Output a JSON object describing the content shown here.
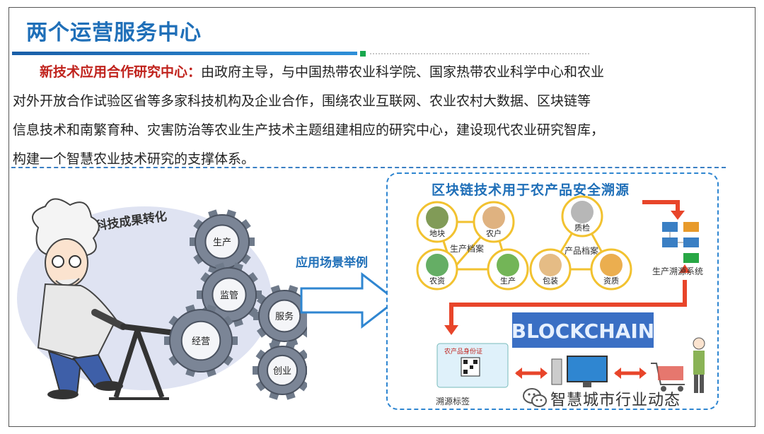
{
  "title": "两个运营服务中心",
  "paragraph": {
    "highlight": "新技术应用合作研究中心：",
    "line1": "由政府主导，与中国热带农业科学院、国家热带农业科学中心和农业",
    "line2": "对外开放合作试验区省等多家科技机构及企业合作，围绕农业互联网、农业农村大数据、区块链等",
    "line3": "信息技术和南繁育种、灾害防治等农业生产技术主题组建相应的研究中心，建设现代农业研究智库，",
    "line4": "构建一个智慧农业技术研究的支撑体系。"
  },
  "left_illustration": {
    "banner": "科技成果转化",
    "gears": [
      "生产",
      "监管",
      "服务",
      "经营",
      "创业"
    ]
  },
  "arrow_label": "应用场景举例",
  "right_panel": {
    "title": "区块链技术用于农产品安全溯源",
    "left_group_label": "生产档案",
    "left_nodes": [
      "地块",
      "农户",
      "农资",
      "生产"
    ],
    "right_group_label": "产品档案",
    "right_nodes": [
      "质检",
      "包装",
      "资质"
    ],
    "system_label": "生产溯源系统",
    "blockchain": "BLOCKCHAIN",
    "card_title": "农产品身份证",
    "tag_label": "溯源标签"
  },
  "watermark": "智慧城市行业动态",
  "colors": {
    "title_blue": "#1f6fb8",
    "highlight_red": "#c0231d",
    "arrow_orange": "#e8452a",
    "accent_green": "#18a84e"
  }
}
